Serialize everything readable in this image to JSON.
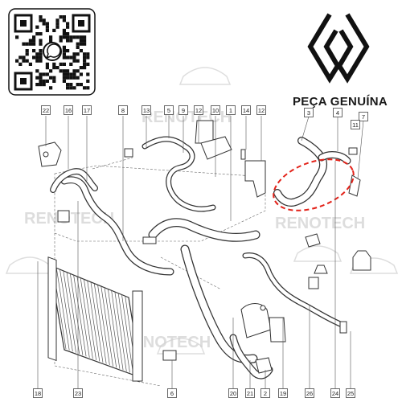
{
  "brand_text": "PEÇA GENUÍNA",
  "watermark_text": "RENOTECH",
  "qr_center_icon": "whatsapp-icon",
  "logo": "renault-logo",
  "highlight_color": "#e32219",
  "callouts": [
    {
      "id": "c22",
      "label": "22"
    },
    {
      "id": "c16",
      "label": "16"
    },
    {
      "id": "c17",
      "label": "17"
    },
    {
      "id": "c8",
      "label": "8"
    },
    {
      "id": "c13",
      "label": "13"
    },
    {
      "id": "c5",
      "label": "5"
    },
    {
      "id": "c9",
      "label": "9"
    },
    {
      "id": "c12a",
      "label": "12"
    },
    {
      "id": "c10",
      "label": "10"
    },
    {
      "id": "c1",
      "label": "1"
    },
    {
      "id": "c14",
      "label": "14"
    },
    {
      "id": "c12b",
      "label": "12"
    },
    {
      "id": "c18",
      "label": "18"
    },
    {
      "id": "c23",
      "label": "23"
    },
    {
      "id": "c6",
      "label": "6"
    },
    {
      "id": "c20",
      "label": "20"
    },
    {
      "id": "c21",
      "label": "21"
    },
    {
      "id": "c2",
      "label": "2"
    },
    {
      "id": "c19",
      "label": "19"
    },
    {
      "id": "c26",
      "label": "26"
    },
    {
      "id": "c24",
      "label": "24"
    },
    {
      "id": "c25",
      "label": "25"
    },
    {
      "id": "c3",
      "label": "3"
    },
    {
      "id": "c4",
      "label": "4"
    },
    {
      "id": "c7",
      "label": "7"
    },
    {
      "id": "c11",
      "label": "11"
    }
  ]
}
